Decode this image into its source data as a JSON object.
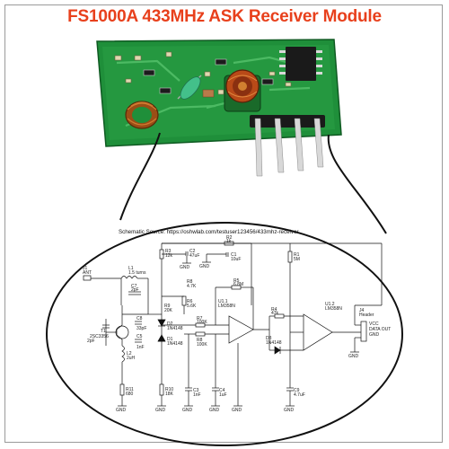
{
  "title": "FS1000A 433MHz ASK Receiver Module",
  "source_text": "Schematic Source: https://oshwlab.com/testuser123456/433mhz-receiver",
  "colors": {
    "title": "#e8401c",
    "pcb": "#1f8f3a",
    "copper": "#b5651d",
    "wire": "#111111"
  },
  "labels": {
    "j1": "J1",
    "j1_sub": "ANT",
    "l1": "L1",
    "l1_sub": "1.5 turns",
    "c7": "C7",
    "c7_sub": "2pF",
    "r3": "R3",
    "r3_sub": "12k",
    "c2": "C2",
    "c2_sub": "47uF",
    "r2": "R2",
    "r2_sub": "1k",
    "c1": "C1",
    "c1_sub": "10uF",
    "r1": "R1",
    "r1_sub": "5M",
    "r8": "R8",
    "r8_sub": "4.7K",
    "r5": "R5",
    "r5_sub": "6.8M",
    "r9": "R9",
    "r9_sub": "20K",
    "r6": "R6",
    "r6_sub": "5.6K",
    "u1a": "U1.1",
    "u1a_sub": "LM358N",
    "u1b": "U1.2",
    "u1b_sub": "LM358N",
    "t1": "T1",
    "t1_sub": "2SC3356",
    "c6": "C6",
    "c6_sub": "2pF",
    "c8": "C8",
    "c8_sub": "33pF",
    "d2": "D2",
    "d2_sub": "1N4148",
    "d1": "D1",
    "d1_sub": "1N4148",
    "c5": "C5",
    "c5_sub": "1nF",
    "r7": "R7",
    "r7_sub": "100K",
    "r4": "R4",
    "r4_sub": "47k",
    "r8b": "R8",
    "r8b_sub": "100K",
    "d3": "D3",
    "d3_sub": "1N4148",
    "l2": "L2",
    "l2_sub": "2uH",
    "r11": "R11",
    "r11_sub": "680",
    "r10": "R10",
    "r10_sub": "18K",
    "c3": "C3",
    "c3_sub": "1nF",
    "c4": "C4",
    "c4_sub": "1uF",
    "c9": "C9",
    "c9_sub": "4.7uF",
    "j4": "J4",
    "j4_sub": "Header",
    "vcc": "VCC",
    "data_out": "DATA OUT",
    "gnd_pin": "GND",
    "gnd": "GND"
  }
}
